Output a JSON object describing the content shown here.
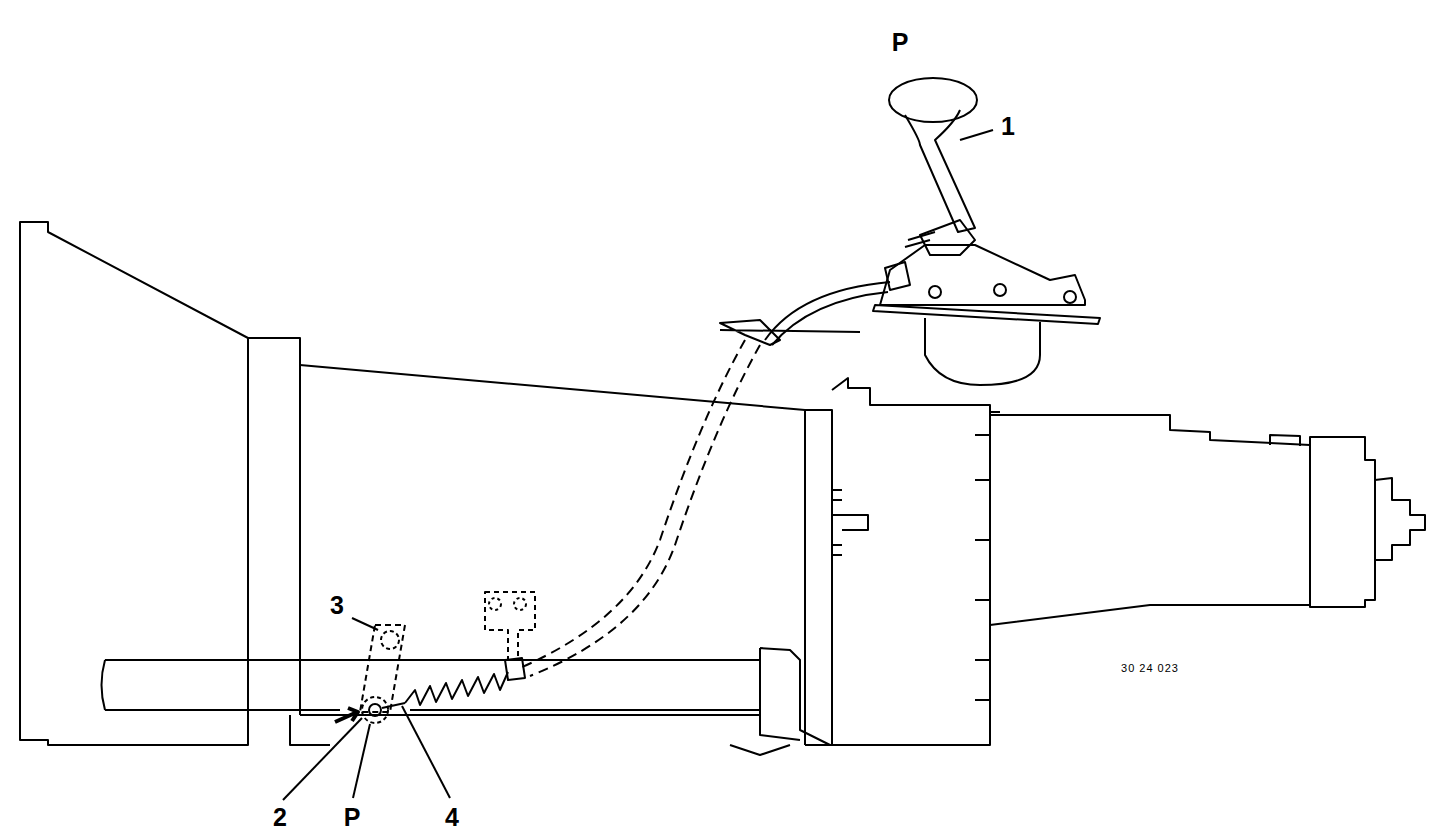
{
  "diagram": {
    "labels": [
      "P",
      "1",
      "3",
      "2",
      "P",
      "4",
      "30 24 023"
    ]
  }
}
